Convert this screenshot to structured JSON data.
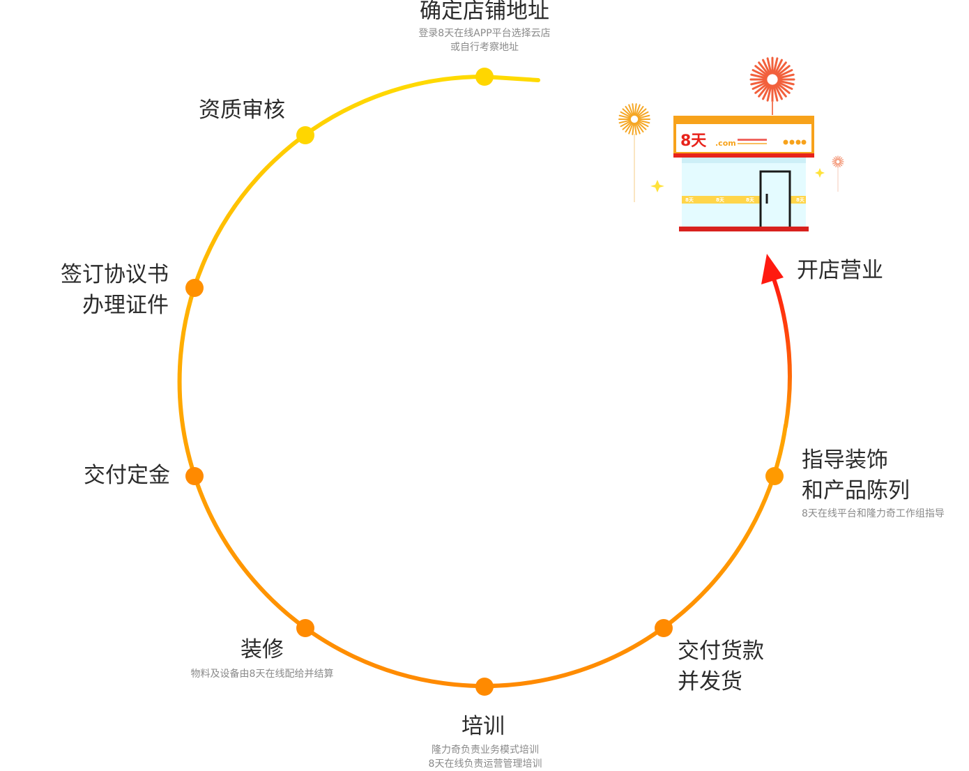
{
  "brand": {
    "sign_logo": "8天",
    "sign_suffix": ".com",
    "band_mark": "8天"
  },
  "colors": {
    "ring_top": "#FFD600",
    "ring_bottom": "#FF8A00",
    "arrow": "#FF1E12",
    "sign": "#F7A21B",
    "sign_text": "#E8231B",
    "shop_glass": "#E4FBFF",
    "shop_base": "#D8211D"
  },
  "steps": [
    {
      "id": "address",
      "title": "确定店铺地址",
      "sub": [
        "登录8天在线APP平台选择云店",
        "或自行考察地址"
      ],
      "dot": "#FFD600"
    },
    {
      "id": "review",
      "title": "资质审核",
      "sub": [],
      "dot": "#FFD600"
    },
    {
      "id": "contract",
      "title": [
        "签订协议书",
        "办理证件"
      ],
      "sub": [],
      "dot": "#FF9000"
    },
    {
      "id": "deposit",
      "title": "交付定金",
      "sub": [],
      "dot": "#FF8A00"
    },
    {
      "id": "decoration",
      "title": "装修",
      "sub": [
        "物料及设备由8天在线配给并结算"
      ],
      "dot": "#FF8A00"
    },
    {
      "id": "training",
      "title": "培训",
      "sub": [
        "隆力奇负责业务模式培训",
        "8天在线负责运营管理培训"
      ],
      "dot": "#FF8A00"
    },
    {
      "id": "payment",
      "title": [
        "交付货款",
        "并发货"
      ],
      "sub": [],
      "dot": "#FF8A00"
    },
    {
      "id": "display",
      "title": [
        "指导装饰",
        "和产品陈列"
      ],
      "sub": [
        "8天在线平台和隆力奇工作组指导"
      ],
      "dot": "#FF9A00"
    },
    {
      "id": "open",
      "title": "开店营业",
      "sub": [],
      "dot": null
    }
  ]
}
